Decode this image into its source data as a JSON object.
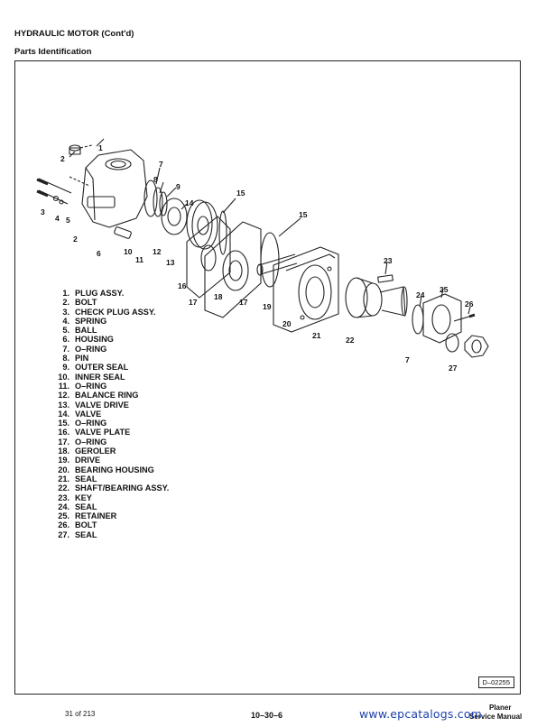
{
  "header": {
    "title": "HYDRAULIC MOTOR (Cont'd)",
    "subtitle": "Parts Identification"
  },
  "callouts": [
    "1",
    "2",
    "3",
    "4",
    "5",
    "2",
    "6",
    "7",
    "8",
    "9",
    "10",
    "11",
    "12",
    "13",
    "14",
    "15",
    "16",
    "17",
    "18",
    "17",
    "15",
    "19",
    "20",
    "21",
    "22",
    "23",
    "24",
    "25",
    "26",
    "7",
    "27"
  ],
  "legend": [
    {
      "num": "1.",
      "name": "PLUG ASSY."
    },
    {
      "num": "2.",
      "name": "BOLT"
    },
    {
      "num": "3.",
      "name": "CHECK PLUG ASSY."
    },
    {
      "num": "4.",
      "name": "SPRING"
    },
    {
      "num": "5.",
      "name": "BALL"
    },
    {
      "num": "6.",
      "name": "HOUSING"
    },
    {
      "num": "7.",
      "name": "O–RING"
    },
    {
      "num": "8.",
      "name": "PIN"
    },
    {
      "num": "9.",
      "name": "OUTER SEAL"
    },
    {
      "num": "10.",
      "name": "INNER SEAL"
    },
    {
      "num": "11.",
      "name": "O–RING"
    },
    {
      "num": "12.",
      "name": "BALANCE RING"
    },
    {
      "num": "13.",
      "name": "VALVE DRIVE"
    },
    {
      "num": "14.",
      "name": "VALVE"
    },
    {
      "num": "15.",
      "name": "O–RING"
    },
    {
      "num": "16.",
      "name": "VALVE PLATE"
    },
    {
      "num": "17.",
      "name": "O–RING"
    },
    {
      "num": "18.",
      "name": "GEROLER"
    },
    {
      "num": "19.",
      "name": "DRIVE"
    },
    {
      "num": "20.",
      "name": "BEARING HOUSING"
    },
    {
      "num": "21.",
      "name": "SEAL"
    },
    {
      "num": "22.",
      "name": "SHAFT/BEARING ASSY."
    },
    {
      "num": "23.",
      "name": "KEY"
    },
    {
      "num": "24.",
      "name": "SEAL"
    },
    {
      "num": "25.",
      "name": "RETAINER"
    },
    {
      "num": "26.",
      "name": "BOLT"
    },
    {
      "num": "27.",
      "name": "SEAL"
    }
  ],
  "drawing_id": "D–02255",
  "footer": {
    "page_count": "31 of 213",
    "page_number": "10–30–6",
    "brand": "Planer",
    "manual": "Service Manual",
    "watermark": "www.epcatalogs.com"
  }
}
